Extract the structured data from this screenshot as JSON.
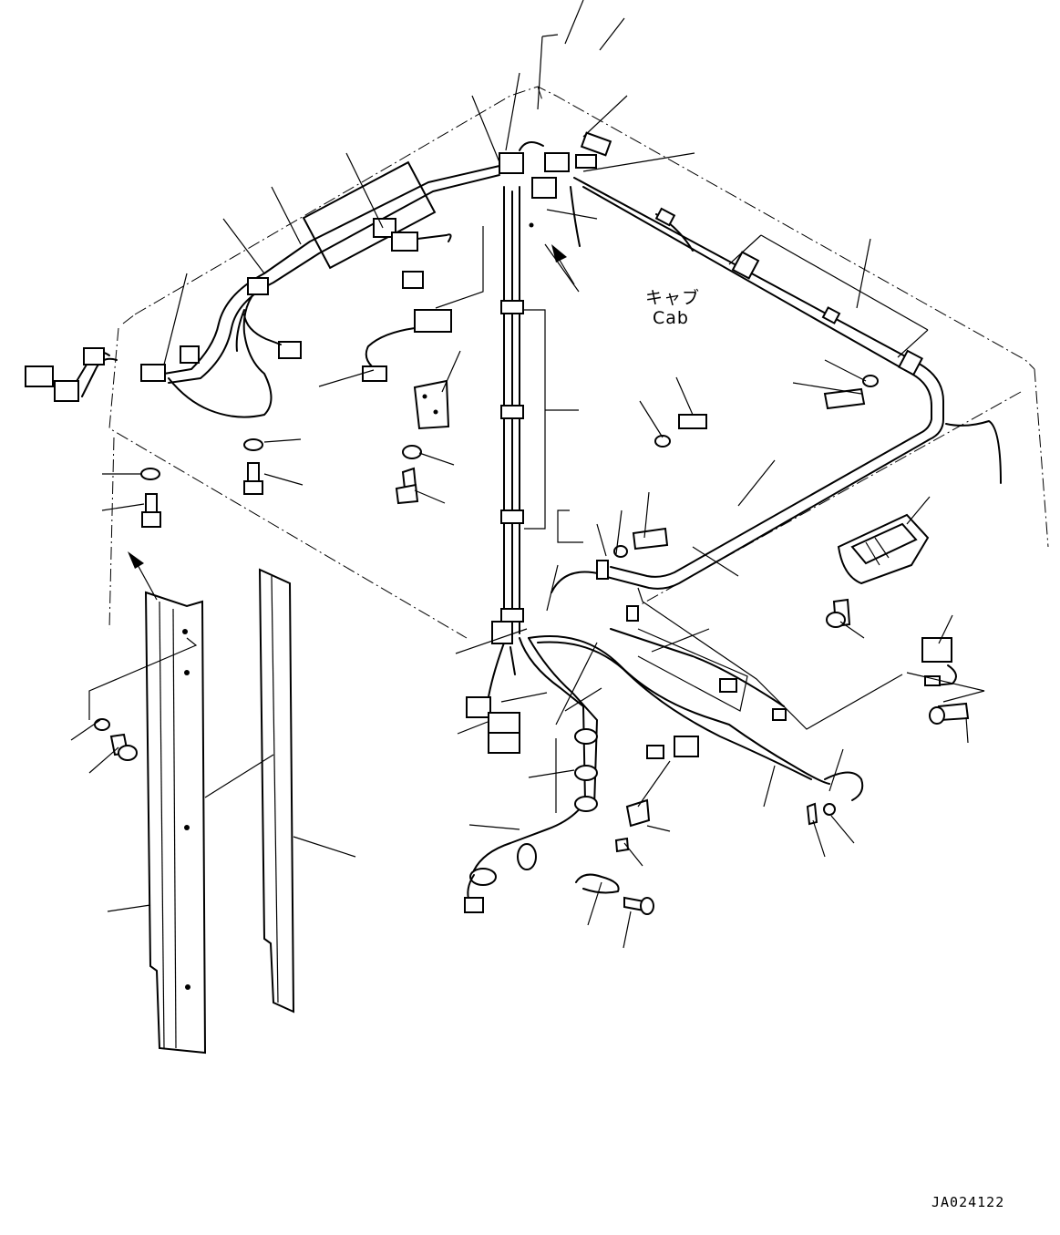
{
  "diagram": {
    "area_label_jp": "キャブ",
    "area_label_en": "Cab",
    "drawing_code": "JA024122"
  }
}
